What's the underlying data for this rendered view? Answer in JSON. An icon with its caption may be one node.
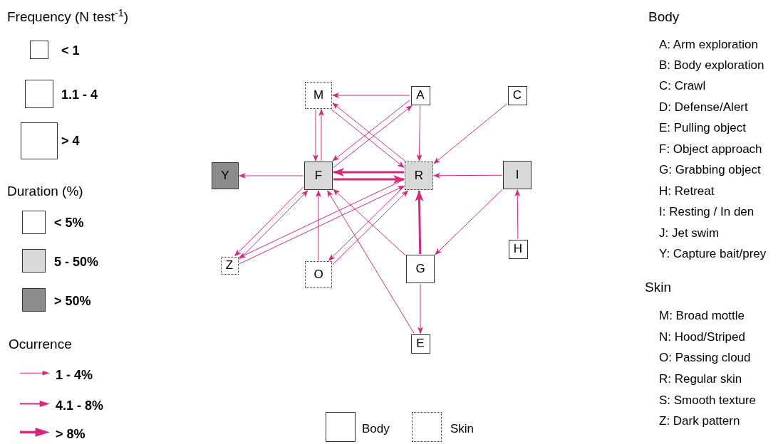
{
  "diagram": {
    "nodes": [
      {
        "text": [
          "M"
        ]
      },
      {
        "text": [
          "A"
        ]
      },
      {
        "text": [
          "C"
        ]
      },
      {
        "text": [
          "Y"
        ]
      },
      {
        "text": [
          "F"
        ]
      },
      {
        "text": [
          "R"
        ]
      },
      {
        "text": [
          "I"
        ]
      },
      {
        "text": [
          "H"
        ]
      },
      {
        "text": [
          "Z"
        ]
      },
      {
        "text": [
          "G"
        ]
      },
      {
        "text": [
          "O"
        ]
      },
      {
        "text": [
          "E"
        ]
      }
    ],
    "edges": [
      {
        "from": 1,
        "to": 0,
        "arrow": "to"
      },
      {
        "from": 0,
        "to": 5,
        "arrow": "to"
      },
      {
        "from": 5,
        "to": 0,
        "arrow": "to"
      },
      {
        "from": 4,
        "to": 0,
        "arrow": "to"
      },
      {
        "from": 0,
        "to": 4,
        "arrow": "to"
      },
      {
        "from": 4,
        "to": 1,
        "arrow": "to"
      },
      {
        "from": 1,
        "to": 4,
        "arrow": "to"
      },
      {
        "from": 1,
        "to": 5,
        "arrow": "to"
      },
      {
        "from": 2,
        "to": 5,
        "arrow": "to"
      },
      {
        "from": 4,
        "to": 3,
        "arrow": "to"
      },
      {
        "from": 4,
        "to": 5,
        "arrow": "to",
        "style": "thick"
      },
      {
        "from": 5,
        "to": 4,
        "arrow": "to",
        "style": "thick"
      },
      {
        "from": 6,
        "to": 5,
        "arrow": "to"
      },
      {
        "from": 7,
        "to": 6,
        "arrow": "to"
      },
      {
        "from": 6,
        "to": 9,
        "arrow": "to"
      },
      {
        "from": 9,
        "to": 5,
        "arrow": "to",
        "style": "thick"
      },
      {
        "from": 9,
        "to": 11,
        "arrow": "to"
      },
      {
        "from": 9,
        "to": 4,
        "arrow": "to"
      },
      {
        "from": 11,
        "to": 4,
        "arrow": "to"
      },
      {
        "from": 10,
        "to": 4,
        "arrow": "to"
      },
      {
        "from": 8,
        "to": 4,
        "arrow": "to"
      },
      {
        "from": 4,
        "to": 8,
        "arrow": "to"
      },
      {
        "from": 5,
        "to": 8,
        "arrow": "to"
      },
      {
        "from": 8,
        "to": 5,
        "arrow": "to"
      },
      {
        "from": 5,
        "to": 10,
        "arrow": "to"
      },
      {
        "from": 10,
        "to": 5,
        "arrow": "to"
      }
    ],
    "labels": [
      "Frequency (N test$^{-1}$)",
      "Duration (%)",
      "Ocurrence",
      "Body",
      "A: Arm exploration",
      "B: Body exploration",
      "C: Crawl",
      "D: Defense/Alert",
      "E: Pulling object",
      "F: Object approach",
      "G: Grabbing object",
      "H: Retreat",
      "I: Resting / In den",
      "J: Jet swim",
      "Y: Capture bait/prey",
      "Skin",
      "M: Broad mottle",
      "N: Hood/Striped",
      "O: Passing cloud",
      "R: Regular skin",
      "S: Smooth texture",
      "Z: Dark pattern"
    ],
    "legend": [
      {
        "text": "< 1"
      },
      {
        "text": "1.1 - 4"
      },
      {
        "text": "> 4"
      },
      {
        "text": "< 5%",
        "color": "#ffffff"
      },
      {
        "text": "5 - 50%",
        "color": "#d9d9d9"
      },
      {
        "text": "> 50%",
        "color": "#8c8c8c"
      },
      {
        "text": "1 - 4%"
      },
      {
        "text": "4.1 - 8%"
      },
      {
        "text": "> 8%"
      },
      {
        "text": "Body"
      },
      {
        "text": "Skin"
      }
    ]
  }
}
